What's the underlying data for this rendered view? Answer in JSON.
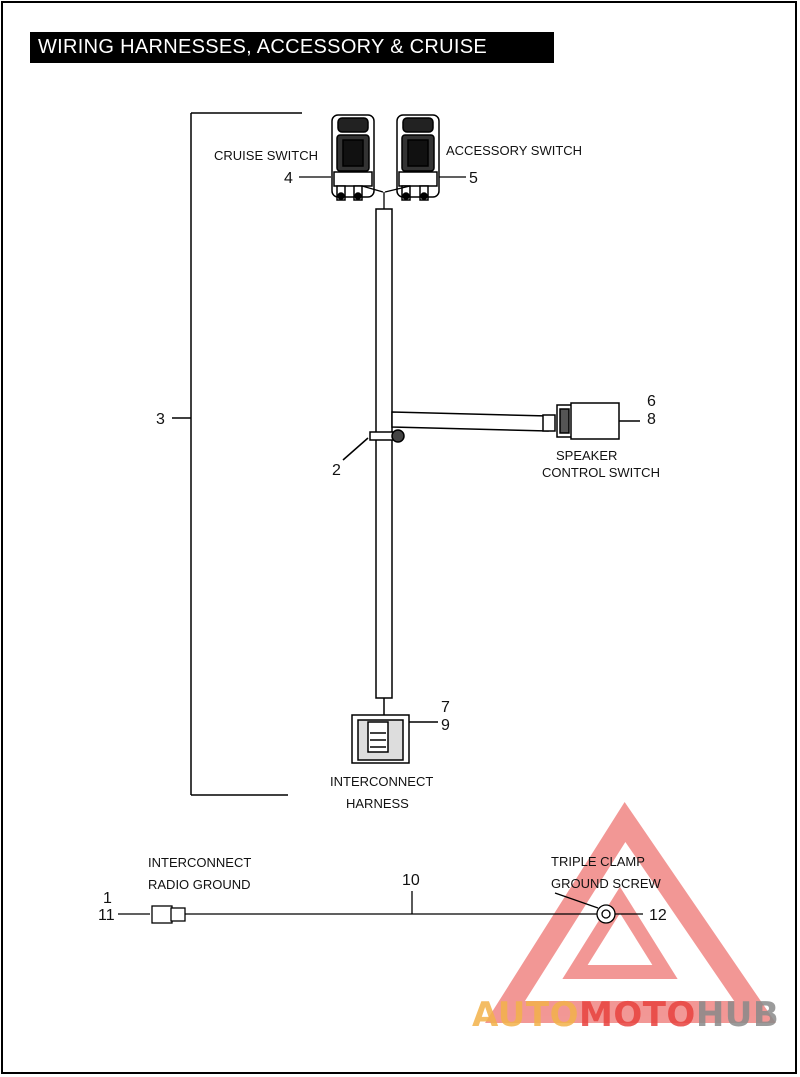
{
  "title": "WIRING HARNESSES, ACCESSORY & CRUISE",
  "labels": {
    "cruise_switch": "CRUISE SWITCH",
    "accessory_switch": "ACCESSORY SWITCH",
    "speaker_line1": "SPEAKER",
    "speaker_line2": "CONTROL SWITCH",
    "interconnect_line1": "INTERCONNECT",
    "interconnect_line2": "HARNESS",
    "radio_ground_line1": "INTERCONNECT",
    "radio_ground_line2": "RADIO GROUND",
    "triple_clamp_line1": "TRIPLE CLAMP",
    "triple_clamp_line2": "GROUND SCREW"
  },
  "callouts": {
    "n1": "1",
    "n2": "2",
    "n3": "3",
    "n4": "4",
    "n5": "5",
    "n6": "6",
    "n7": "7",
    "n8": "8",
    "n9": "9",
    "n10": "10",
    "n11": "11",
    "n12": "12"
  },
  "watermark": {
    "part1": "AUTO",
    "part2": "MOTO",
    "part3": "HUB",
    "color_light": "#f3b24a",
    "color_red": "#e8433f",
    "color_gray": "#8a8a8a"
  },
  "colors": {
    "line": "#000000",
    "background": "#ffffff"
  }
}
